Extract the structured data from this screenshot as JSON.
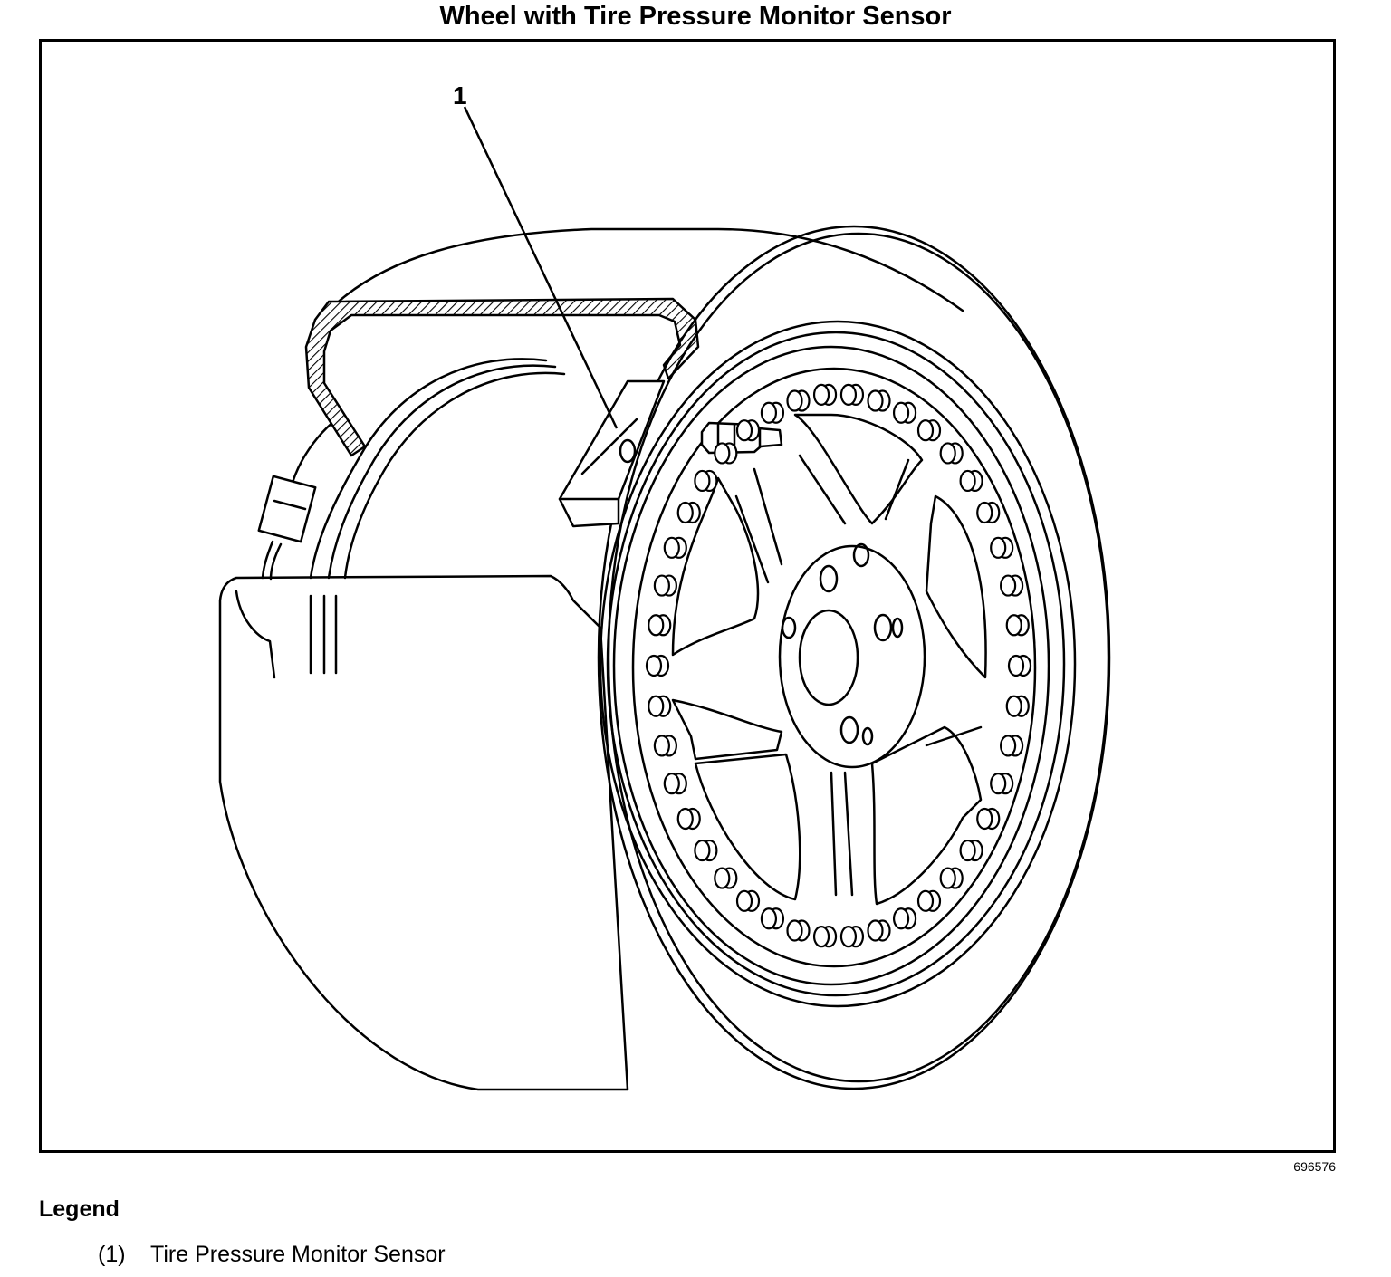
{
  "title": "Wheel with Tire Pressure Monitor Sensor",
  "callout": "1",
  "figure_id": "696576",
  "legend": {
    "heading": "Legend",
    "items": [
      {
        "number": "(1)",
        "label": "Tire Pressure Monitor Sensor"
      }
    ]
  },
  "colors": {
    "line": "#000000",
    "background": "#ffffff"
  }
}
